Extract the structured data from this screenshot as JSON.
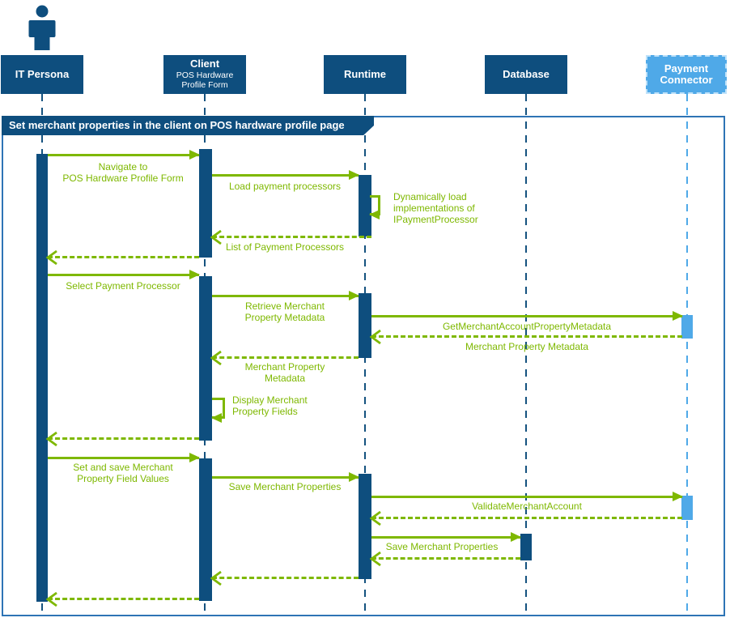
{
  "title": "Set merchant properties in the client on POS hardware profile page",
  "colors": {
    "navy": "#0E4E7E",
    "green": "#7EB800",
    "light_blue": "#4FA9E8",
    "frame_blue": "#2E74B5"
  },
  "participants": [
    {
      "id": "it-persona",
      "label": "IT Persona",
      "type": "actor"
    },
    {
      "id": "client",
      "label": "Client",
      "sublabel": "POS Hardware\nProfile Form",
      "type": "object"
    },
    {
      "id": "runtime",
      "label": "Runtime",
      "type": "object"
    },
    {
      "id": "database",
      "label": "Database",
      "type": "object"
    },
    {
      "id": "payment-connector",
      "label": "Payment\nConnector",
      "type": "external"
    }
  ],
  "messages": [
    {
      "from": "it-persona",
      "to": "client",
      "kind": "call",
      "label": "Navigate to\nPOS Hardware Profile Form"
    },
    {
      "from": "client",
      "to": "runtime",
      "kind": "call",
      "label": "Load payment processors"
    },
    {
      "from": "runtime",
      "to": "runtime",
      "kind": "self",
      "label": "Dynamically load\nimplementations of\nIPaymentProcessor"
    },
    {
      "from": "runtime",
      "to": "client",
      "kind": "return",
      "label": "List of Payment Processors"
    },
    {
      "from": "client",
      "to": "it-persona",
      "kind": "return",
      "label": ""
    },
    {
      "from": "it-persona",
      "to": "client",
      "kind": "call",
      "label": "Select Payment Processor"
    },
    {
      "from": "client",
      "to": "runtime",
      "kind": "call",
      "label": "Retrieve Merchant\nProperty Metadata"
    },
    {
      "from": "runtime",
      "to": "payment-connector",
      "kind": "call",
      "label": "GetMerchantAccountPropertyMetadata"
    },
    {
      "from": "payment-connector",
      "to": "runtime",
      "kind": "return",
      "label": "Merchant Property Metadata"
    },
    {
      "from": "runtime",
      "to": "client",
      "kind": "return",
      "label": "Merchant Property\nMetadata"
    },
    {
      "from": "client",
      "to": "client",
      "kind": "self",
      "label": "Display Merchant\nProperty Fields"
    },
    {
      "from": "client",
      "to": "it-persona",
      "kind": "return",
      "label": ""
    },
    {
      "from": "it-persona",
      "to": "client",
      "kind": "call",
      "label": "Set and save Merchant\nProperty Field Values"
    },
    {
      "from": "client",
      "to": "runtime",
      "kind": "call",
      "label": "Save Merchant Properties"
    },
    {
      "from": "runtime",
      "to": "payment-connector",
      "kind": "call",
      "label": "ValidateMerchantAccount"
    },
    {
      "from": "payment-connector",
      "to": "runtime",
      "kind": "return",
      "label": ""
    },
    {
      "from": "runtime",
      "to": "database",
      "kind": "call",
      "label": "Save Merchant Properties"
    },
    {
      "from": "database",
      "to": "runtime",
      "kind": "return",
      "label": ""
    },
    {
      "from": "runtime",
      "to": "client",
      "kind": "return",
      "label": ""
    },
    {
      "from": "client",
      "to": "it-persona",
      "kind": "return",
      "label": ""
    }
  ]
}
